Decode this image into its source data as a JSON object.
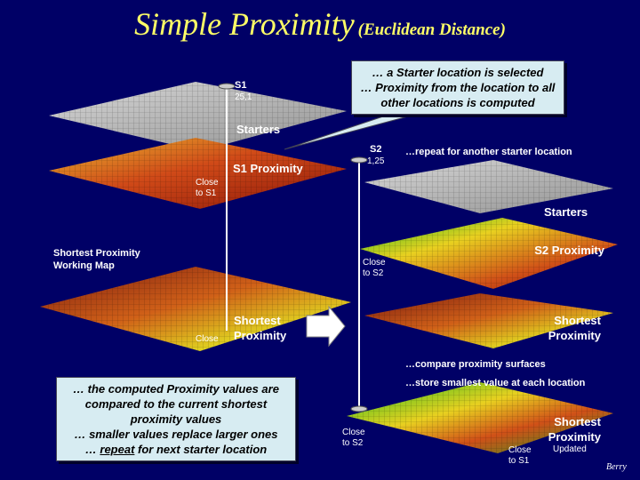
{
  "title": {
    "main": "Simple Proximity",
    "sub": "(Euclidean Distance)"
  },
  "callout_top": {
    "line1": "… a Starter location is selected",
    "line2": "… Proximity from the location to all other locations is computed"
  },
  "callout_bottom": {
    "line1": "… the computed Proximity values are compared to the current shortest proximity values",
    "line2": "… smaller values replace larger ones",
    "line3_prefix": "… ",
    "line3_link": "repeat",
    "line3_suffix": " for next starter location"
  },
  "s1": {
    "name": "S1",
    "coords": "25,1",
    "starters": "Starters",
    "close": "Close to S1",
    "proximity": "S1 Proximity"
  },
  "working_map": "Shortest Proximity Working Map",
  "left_bottom": {
    "close": "Close",
    "shortest": "Shortest Proximity"
  },
  "s2": {
    "name": "S2",
    "coords": "1,25",
    "repeat": "…repeat for another starter location",
    "starters": "Starters",
    "close": "Close to S2",
    "proximity": "S2 Proximity"
  },
  "right_mid": {
    "shortest": "Shortest Proximity"
  },
  "compare": {
    "line1": "…compare proximity surfaces",
    "line2": "…store smallest value at each location"
  },
  "bottom_right": {
    "close_s2": "Close to S2",
    "shortest": "Shortest Proximity",
    "close_s1": "Close to S1",
    "updated": "Updated"
  },
  "signature": "Berry",
  "colors": {
    "background": "#000066",
    "title": "#ffff66",
    "callout": "#d7ecf2"
  }
}
